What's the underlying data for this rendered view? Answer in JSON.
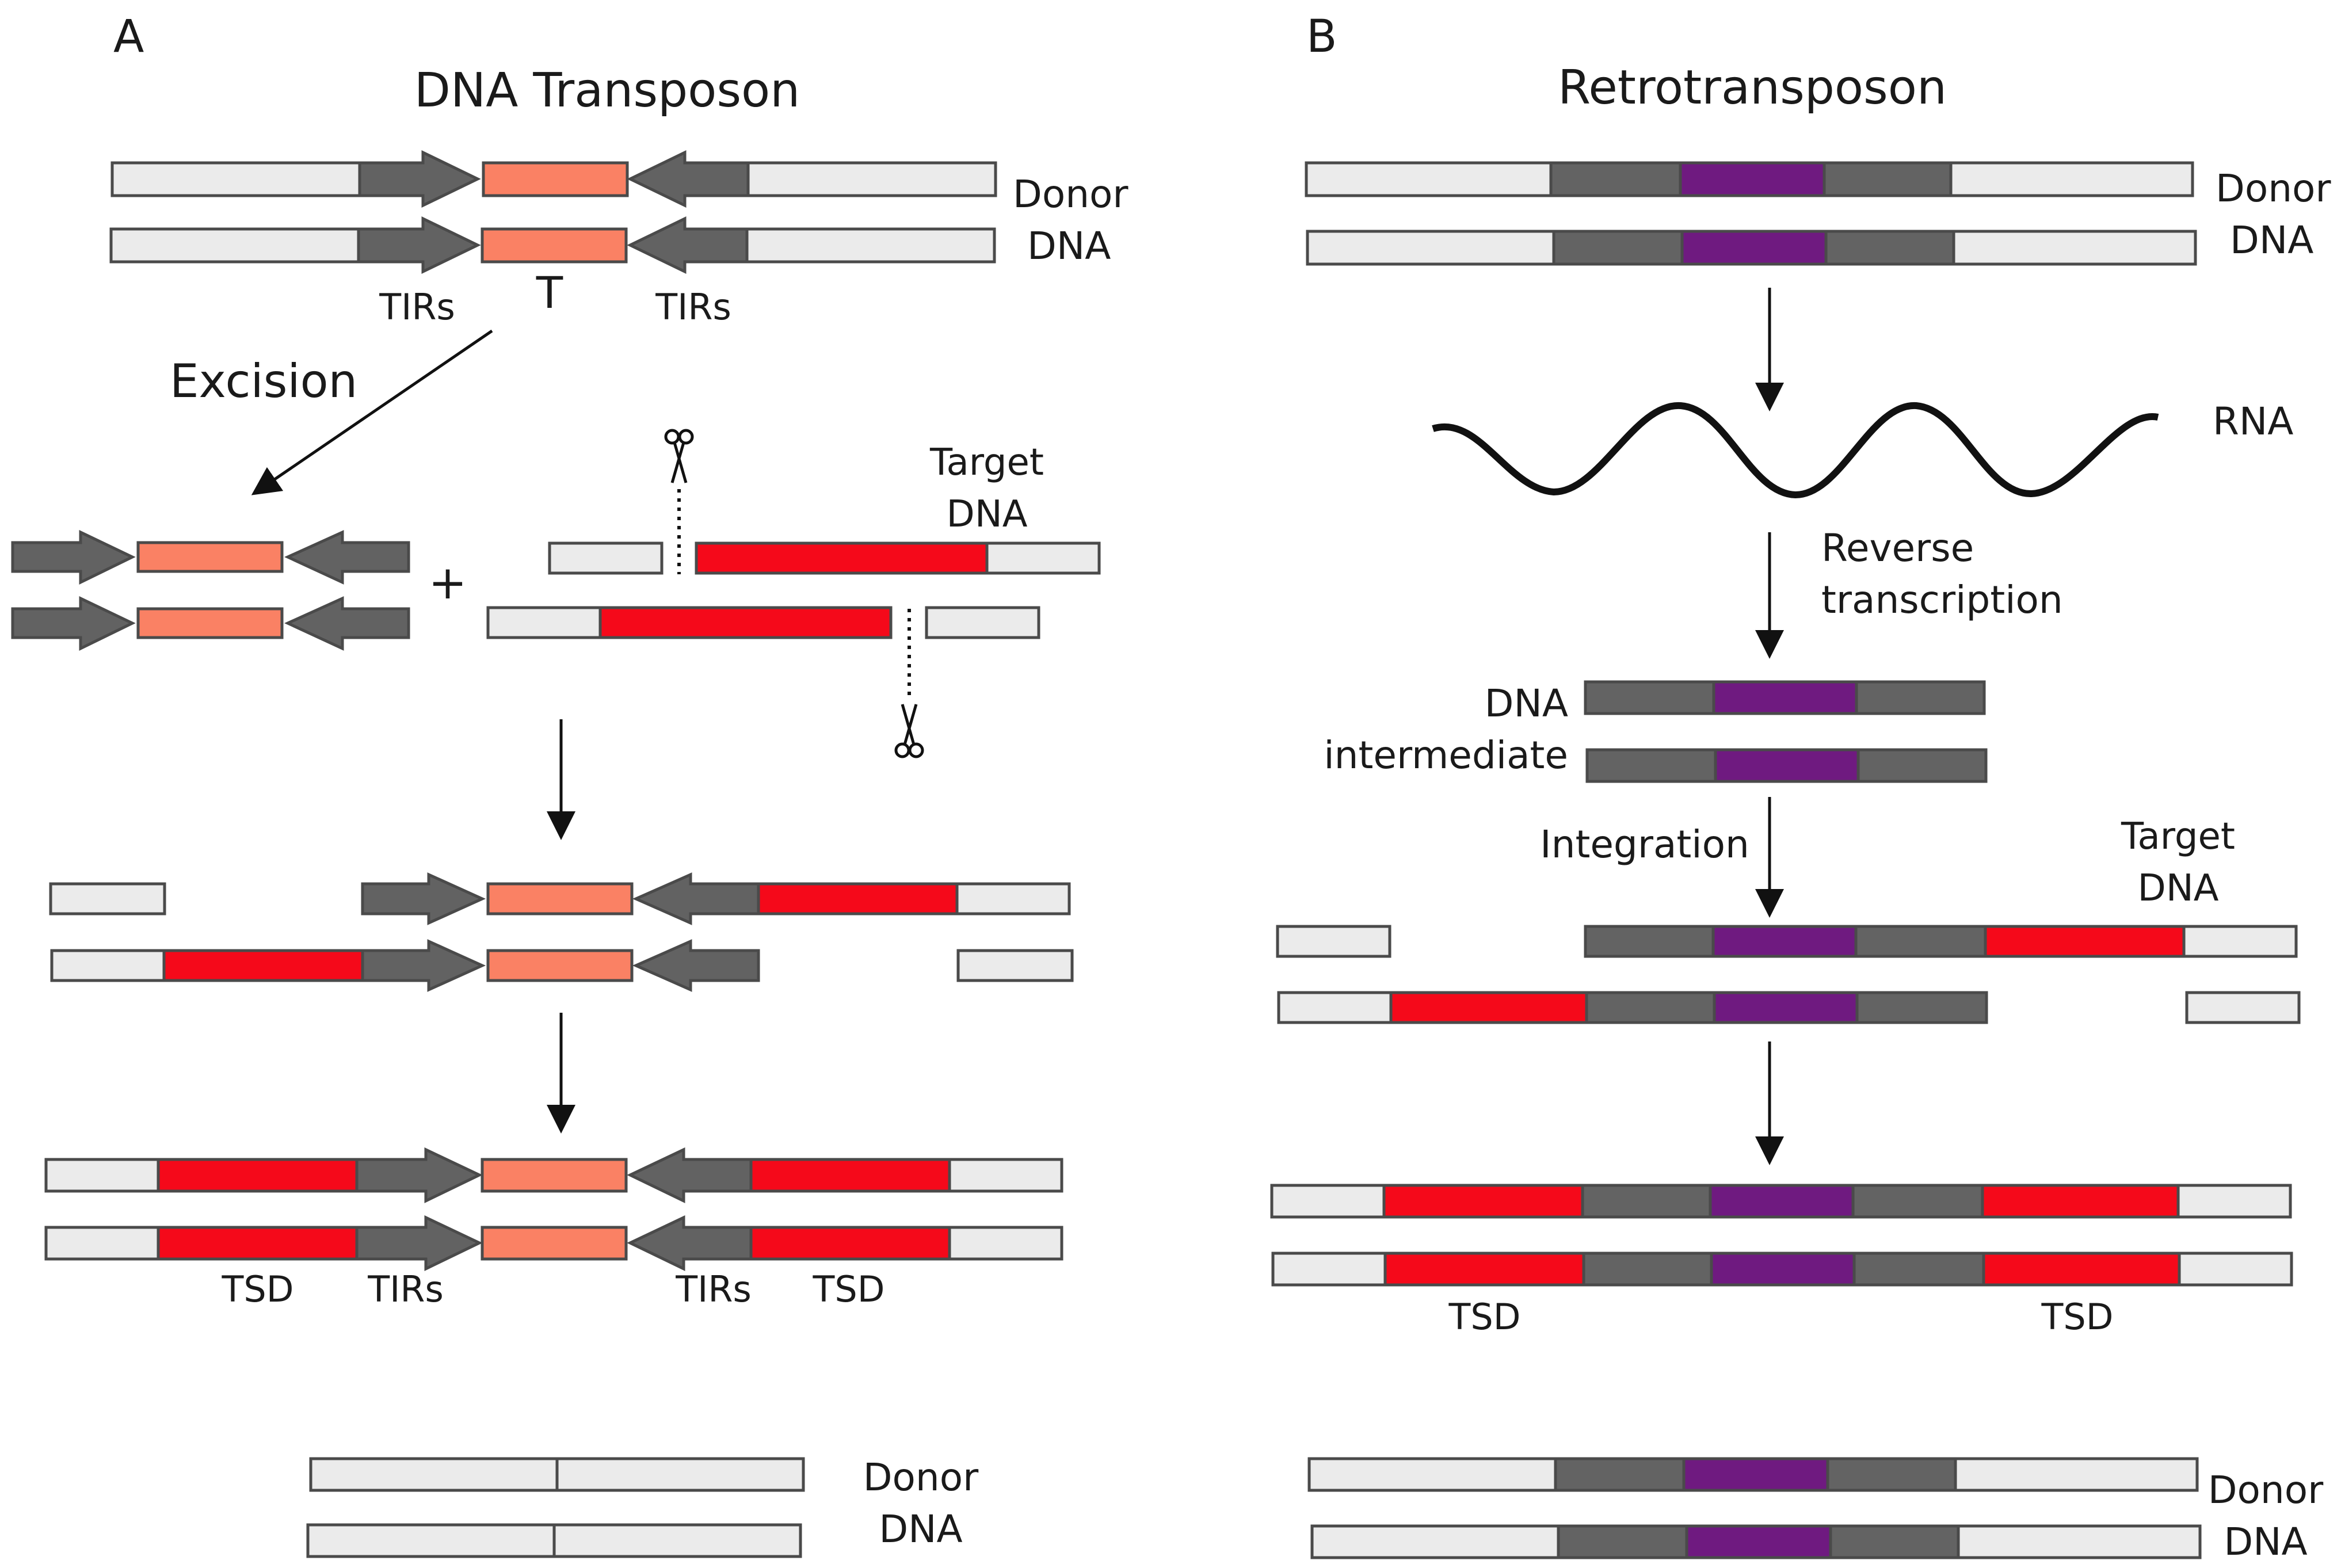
{
  "panels": {
    "a": {
      "letter": "A",
      "title": "DNA Transposon",
      "labels": {
        "donor_top": "Donor",
        "donor_top_2": "DNA",
        "tirs_left": "TIRs",
        "transposon": "T",
        "tirs_right": "TIRs",
        "excision": "Excision",
        "plus": "+",
        "target": "Target",
        "target_2": "DNA",
        "tsd_left": "TSD",
        "tirs_bottom_left": "TIRs",
        "tirs_bottom_right": "TIRs",
        "tsd_right": "TSD",
        "donor_bottom": "Donor",
        "donor_bottom_2": "DNA"
      }
    },
    "b": {
      "letter": "B",
      "title": "Retrotransposon",
      "labels": {
        "donor_top": "Donor",
        "donor_top_2": "DNA",
        "rna": "RNA",
        "reverse": "Reverse",
        "transcription": "transcription",
        "dna": "DNA",
        "intermediate": "intermediate",
        "integration": "Integration",
        "target": "Target",
        "target_2": "DNA",
        "tsd_left": "TSD",
        "tsd_right": "TSD",
        "donor_bottom": "Donor",
        "donor_bottom_2": "DNA"
      }
    }
  },
  "colors": {
    "flank": "#ebebeb",
    "tir": "#626262",
    "transposon": "#fa8164",
    "target": "#f5091a",
    "ltr": "#636363",
    "retro_core": "#6f1a80",
    "outline": "#4a4a4a"
  },
  "icons": [
    "scissors-icon",
    "down-arrow-icon",
    "wavy-rna-icon"
  ]
}
